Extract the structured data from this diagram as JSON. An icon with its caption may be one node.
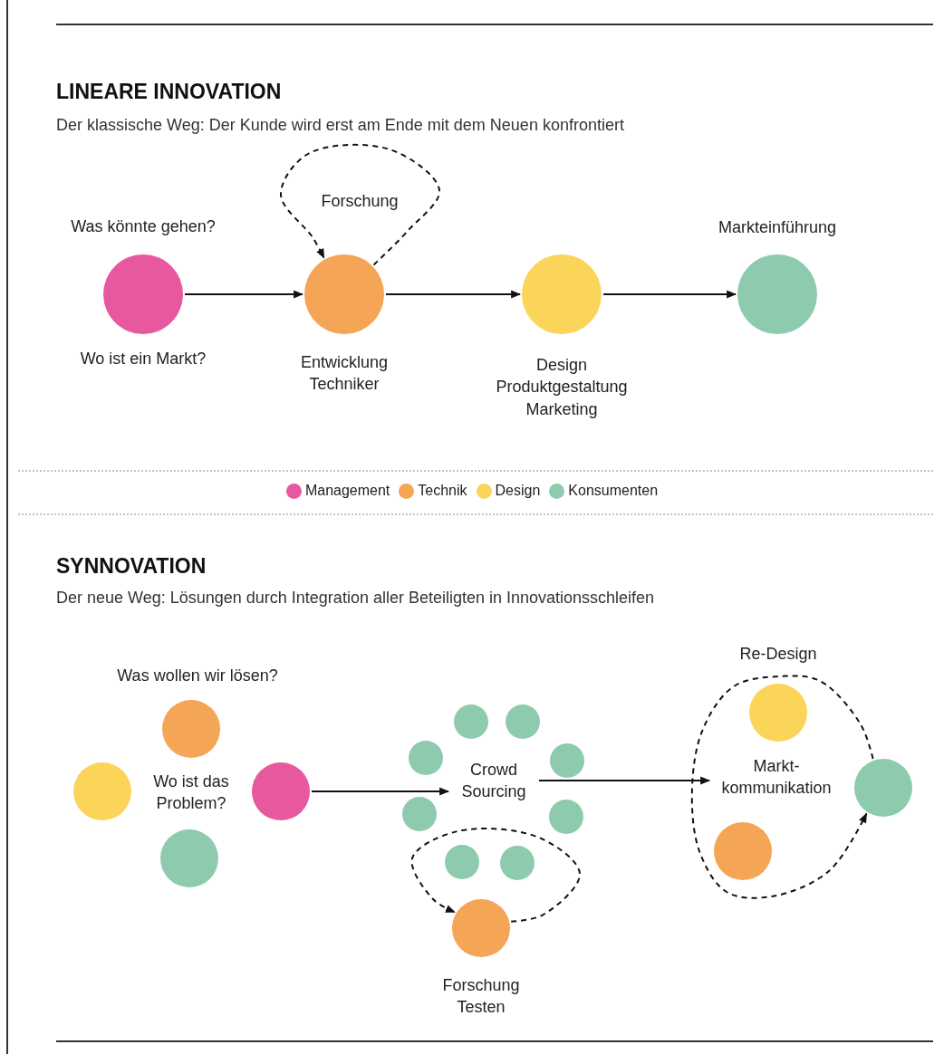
{
  "diagram": {
    "nodes": [
      {
        "text": [],
        "shape": "circle",
        "beside": [
          "Was könnte gehen?",
          "Wo ist ein Markt?"
        ]
      },
      {
        "text": [],
        "shape": "circle",
        "beside": [
          "Entwicklung Techniker"
        ]
      },
      {
        "text": [],
        "shape": "circle",
        "beside": [
          "Design Produktgestaltung Marketing"
        ]
      },
      {
        "text": [],
        "shape": "circle",
        "beside": [
          "Markteinführung"
        ]
      },
      {
        "text": [],
        "shape": "circle"
      },
      {
        "text": [],
        "shape": "circle"
      },
      {
        "text": [],
        "shape": "circle"
      },
      {
        "text": [],
        "shape": "circle"
      },
      {
        "text": [
          "Crowd Sourcing"
        ]
      },
      {
        "text": [],
        "shape": "circle"
      },
      {
        "text": [],
        "shape": "circle"
      },
      {
        "text": [],
        "shape": "circle"
      },
      {
        "text": [],
        "shape": "circle"
      },
      {
        "text": [],
        "shape": "circle"
      },
      {
        "text": [],
        "shape": "circle"
      },
      {
        "text": [],
        "shape": "circle"
      },
      {
        "text": [],
        "shape": "circle"
      },
      {
        "text": [],
        "shape": "circle",
        "beside": [
          "Forschung Testen"
        ]
      },
      {
        "text": [
          "Markt- kommunikation"
        ]
      },
      {
        "text": [],
        "shape": "circle",
        "beside": [
          "Re-Design"
        ]
      },
      {
        "text": [],
        "shape": "circle"
      },
      {
        "text": [],
        "shape": "circle"
      }
    ],
    "edges": [
      {
        "from": 0,
        "to": 1,
        "arrow": "to"
      },
      {
        "from": 1,
        "to": 1,
        "arrow": "to",
        "style": "dashed",
        "label": "Forschung"
      },
      {
        "from": 1,
        "to": 2,
        "arrow": "to"
      },
      {
        "from": 2,
        "to": 3,
        "arrow": "to"
      },
      {
        "from": 7,
        "to": 8,
        "arrow": "to"
      },
      {
        "from": 17,
        "to": 17,
        "arrow": "to",
        "style": "dashed"
      },
      {
        "from": 8,
        "to": 18,
        "arrow": "to"
      },
      {
        "from": 21,
        "to": 21,
        "arrow": "to",
        "style": "dashed"
      }
    ],
    "labels": [
      "LINEARE INNOVATION",
      "Der klassische Weg: Der Kunde wird erst am Ende mit dem Neuen konfrontiert",
      "SYNNOVATION",
      "Der neue Weg: Lösungen durch Integration aller Beteiligten in Innovationsschleifen",
      "Was wollen wir lösen?",
      "Wo ist das Problem?"
    ],
    "legend": [
      {
        "text": "Management",
        "color": "#e8589e"
      },
      {
        "text": "Technik",
        "color": "#f4a555"
      },
      {
        "text": "Design",
        "color": "#fbd55a"
      },
      {
        "text": "Konsumenten",
        "color": "#8ecaae"
      }
    ]
  }
}
